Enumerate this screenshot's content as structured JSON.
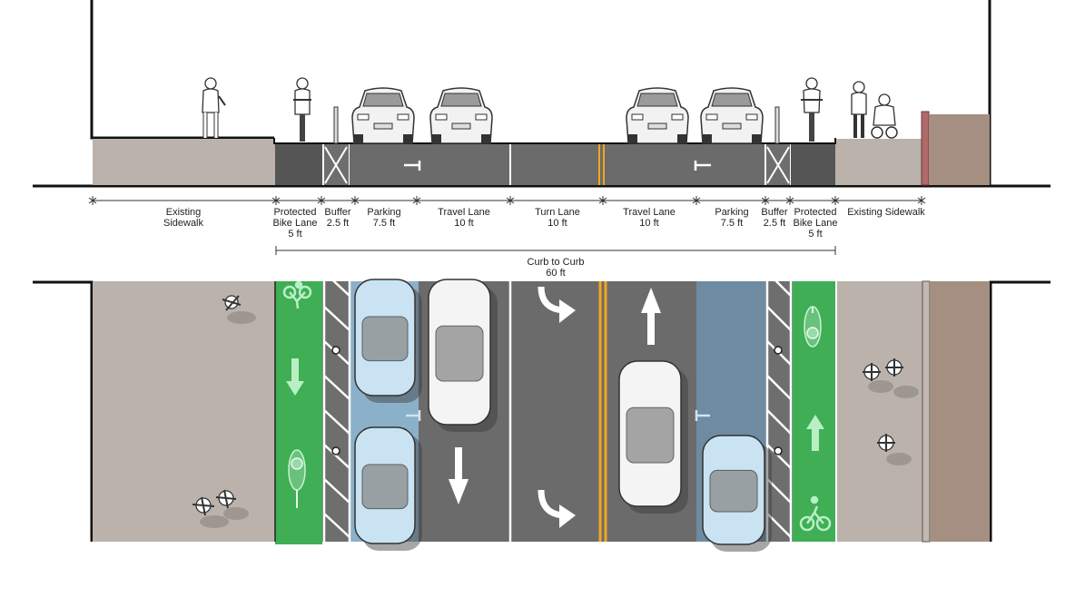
{
  "segments": [
    {
      "name": "Existing",
      "name2": "Sidewalk",
      "width": ""
    },
    {
      "name": "Protected",
      "name2": "Bike Lane",
      "width": "5 ft"
    },
    {
      "name": "Buffer",
      "name2": "",
      "width": "2.5 ft"
    },
    {
      "name": "Parking",
      "name2": "",
      "width": "7.5 ft"
    },
    {
      "name": "Travel Lane",
      "name2": "",
      "width": "10 ft"
    },
    {
      "name": "Turn Lane",
      "name2": "",
      "width": "10 ft"
    },
    {
      "name": "Travel Lane",
      "name2": "",
      "width": "10 ft"
    },
    {
      "name": "Parking",
      "name2": "",
      "width": "7.5 ft"
    },
    {
      "name": "Buffer",
      "name2": "",
      "width": "2.5 ft"
    },
    {
      "name": "Protected",
      "name2": "Bike Lane",
      "width": "5 ft"
    },
    {
      "name": "Existing Sidewalk",
      "name2": "",
      "width": ""
    }
  ],
  "curb_to_curb": {
    "label": "Curb to Curb",
    "width": "60 ft"
  },
  "colors": {
    "sidewalk": "#bbb2ab",
    "building": "#a48f80",
    "asphalt": "#6b6b6b",
    "asphalt_dark": "#575757",
    "bike_lane": "#3fae55",
    "parking_tint": "#8fb8d4",
    "center_line": "#f0a722",
    "marking": "#ffffff"
  },
  "icons": [
    "pedestrian-icon",
    "cyclist-icon",
    "car-icon",
    "bike-symbol-icon",
    "arrow-icon",
    "turn-arrow-icon",
    "bollard-icon"
  ]
}
